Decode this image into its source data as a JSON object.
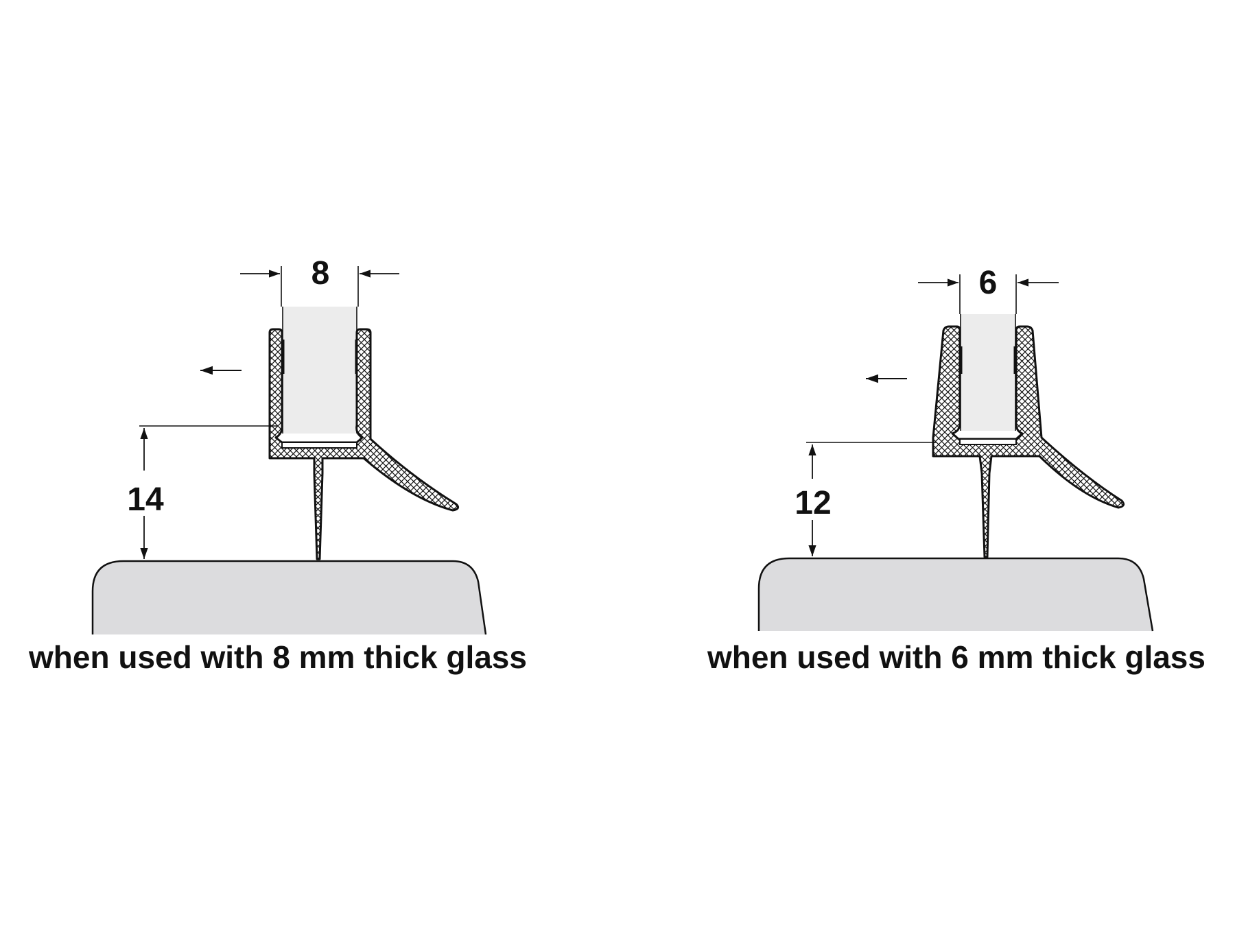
{
  "colors": {
    "ink": "#111111",
    "glass": "#ececec",
    "base": "#dcdcde",
    "hatch": "#111111",
    "background": "#ffffff"
  },
  "figures": [
    {
      "id": "8mm",
      "width_label": "8",
      "height_label": "14",
      "caption": "when used with 8 mm thick glass"
    },
    {
      "id": "6mm",
      "width_label": "6",
      "height_label": "12",
      "caption": "when used with 6 mm thick glass"
    }
  ]
}
